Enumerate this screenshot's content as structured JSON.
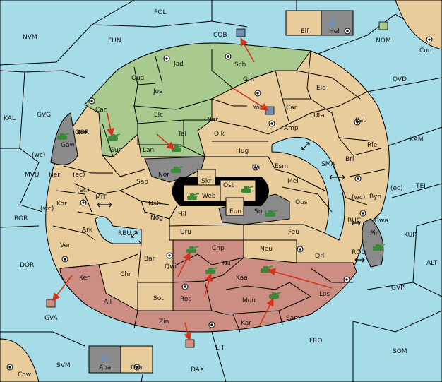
{
  "colors": {
    "sea": "#a6dbe8",
    "neutral_land": "#e9cc9c",
    "green_power": "#a9ca8e",
    "red_power": "#cc8e83",
    "grey_power": "#8a8a8a",
    "order_arrow": "#d4341a",
    "army_unit": "#3a8a3a",
    "fleet_unit": "#6f8fb3"
  },
  "sea_regions": [
    "POL",
    "NVM",
    "FUN",
    "COB",
    "NOM",
    "Con",
    "OVD",
    "KAL",
    "GVG",
    "GOR",
    "Elf",
    "Hel",
    "KAM",
    "TEI",
    "MVU",
    "MIT",
    "BOR",
    "RBU",
    "SMA",
    "BUC",
    "KUP",
    "DOR",
    "ALT",
    "ROD",
    "GVP",
    "GVA",
    "LIT",
    "FRO",
    "SOM",
    "SVM",
    "DAX",
    "Cow",
    "Aba",
    "Orn"
  ],
  "land_regions": [
    "Jad",
    "Sch",
    "Qua",
    "Jos",
    "Grh",
    "Can",
    "Elc",
    "Nar",
    "Yor",
    "Car",
    "Eld",
    "Uta",
    "Kat",
    "Tel",
    "Olk",
    "Amp",
    "Gur",
    "Lan",
    "Hug",
    "Rie",
    "Gaw",
    "Nor",
    "Skr",
    "Ost",
    "Wil",
    "Esm",
    "Bri",
    "Her",
    "Sap",
    "Web",
    "Mel",
    "Byn",
    "Kor",
    "Nab",
    "Eun",
    "Sun",
    "Obs",
    "Gwa",
    "Hil",
    "Nog",
    "Pir",
    "Ark",
    "Uru",
    "Feu",
    "Ver",
    "Chp",
    "Neu",
    "Bar",
    "Qwi",
    "Orl",
    "Nil",
    "Ken",
    "Chr",
    "Kaa",
    "Los",
    "Rot",
    "Ail",
    "Sot",
    "Mou",
    "Zin",
    "Kar",
    "Sam"
  ],
  "coast_labels": [
    "(wc)",
    "(ec)",
    "(ec)",
    "(wc)",
    "(wc)",
    "(ec)"
  ],
  "order_count": "13"
}
